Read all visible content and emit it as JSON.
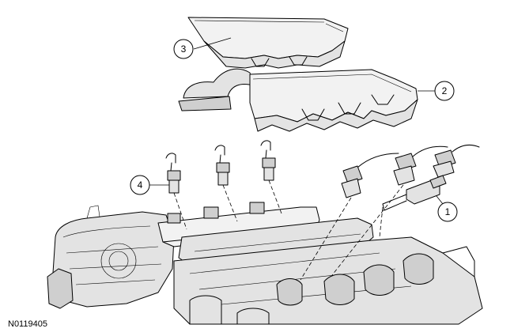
{
  "figure": {
    "callouts": [
      "1",
      "2",
      "3",
      "4"
    ],
    "figure_id": "N0119405"
  }
}
